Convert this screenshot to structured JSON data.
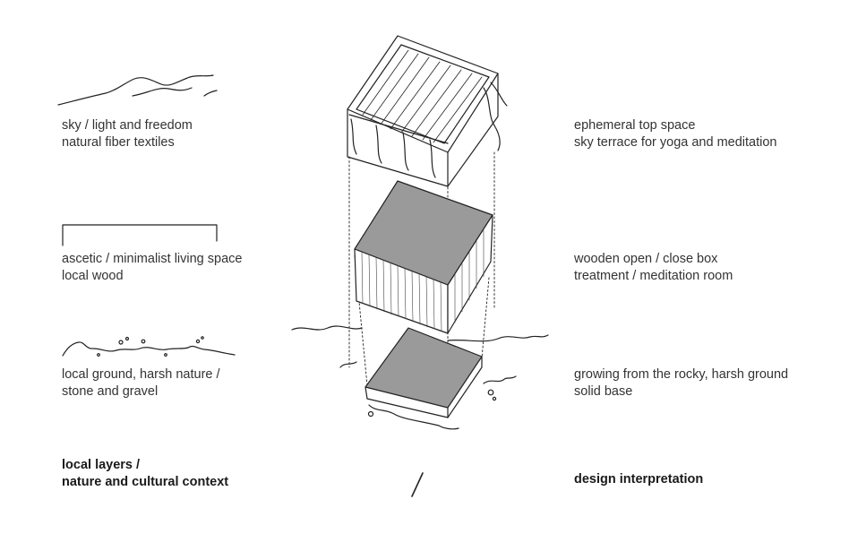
{
  "left": {
    "sky": {
      "line1": "sky / light and freedom",
      "line2": "natural fiber textiles"
    },
    "living": {
      "line1": "ascetic / minimalist living space",
      "line2": "local wood"
    },
    "ground": {
      "line1": "local ground, harsh nature /",
      "line2": "stone and gravel"
    },
    "footer": {
      "line1": "local layers /",
      "line2": "nature and cultural context"
    }
  },
  "right": {
    "top": {
      "line1": "ephemeral top space",
      "line2": "sky terrace for yoga and meditation"
    },
    "box": {
      "line1": "wooden open / close box",
      "line2": "treatment / meditation room"
    },
    "base": {
      "line1": "growing from the rocky, harsh ground",
      "line2": "solid base"
    },
    "footer": {
      "line1": "design interpretation"
    }
  },
  "divider": "/"
}
